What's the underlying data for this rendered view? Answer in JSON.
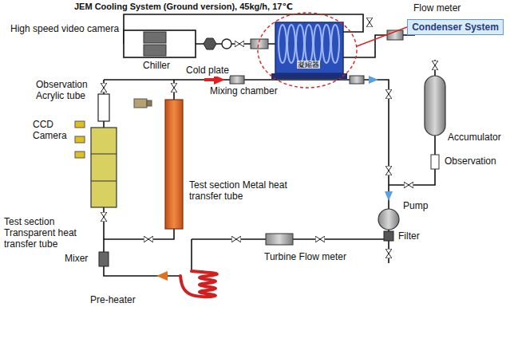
{
  "diagram": {
    "nodes": [
      {
        "text": [
          "Condenser System"
        ]
      }
    ],
    "labels": [
      "JEM Cooling System (Ground version), 45kg/h, 17℃",
      "Flow meter",
      "Chiller",
      "High speed video camera",
      "Cold plate",
      "凝縮器",
      "Mixing chamber",
      "Accumulator",
      "Observation Acrylic tube",
      "CCD Camera",
      "Test section Metal heat transfer tube",
      "Observation",
      "Pump",
      "Test section Transparent heat transfer tube",
      "Turbine Flow meter",
      "Filter",
      "Mixer",
      "Pre-heater"
    ]
  }
}
